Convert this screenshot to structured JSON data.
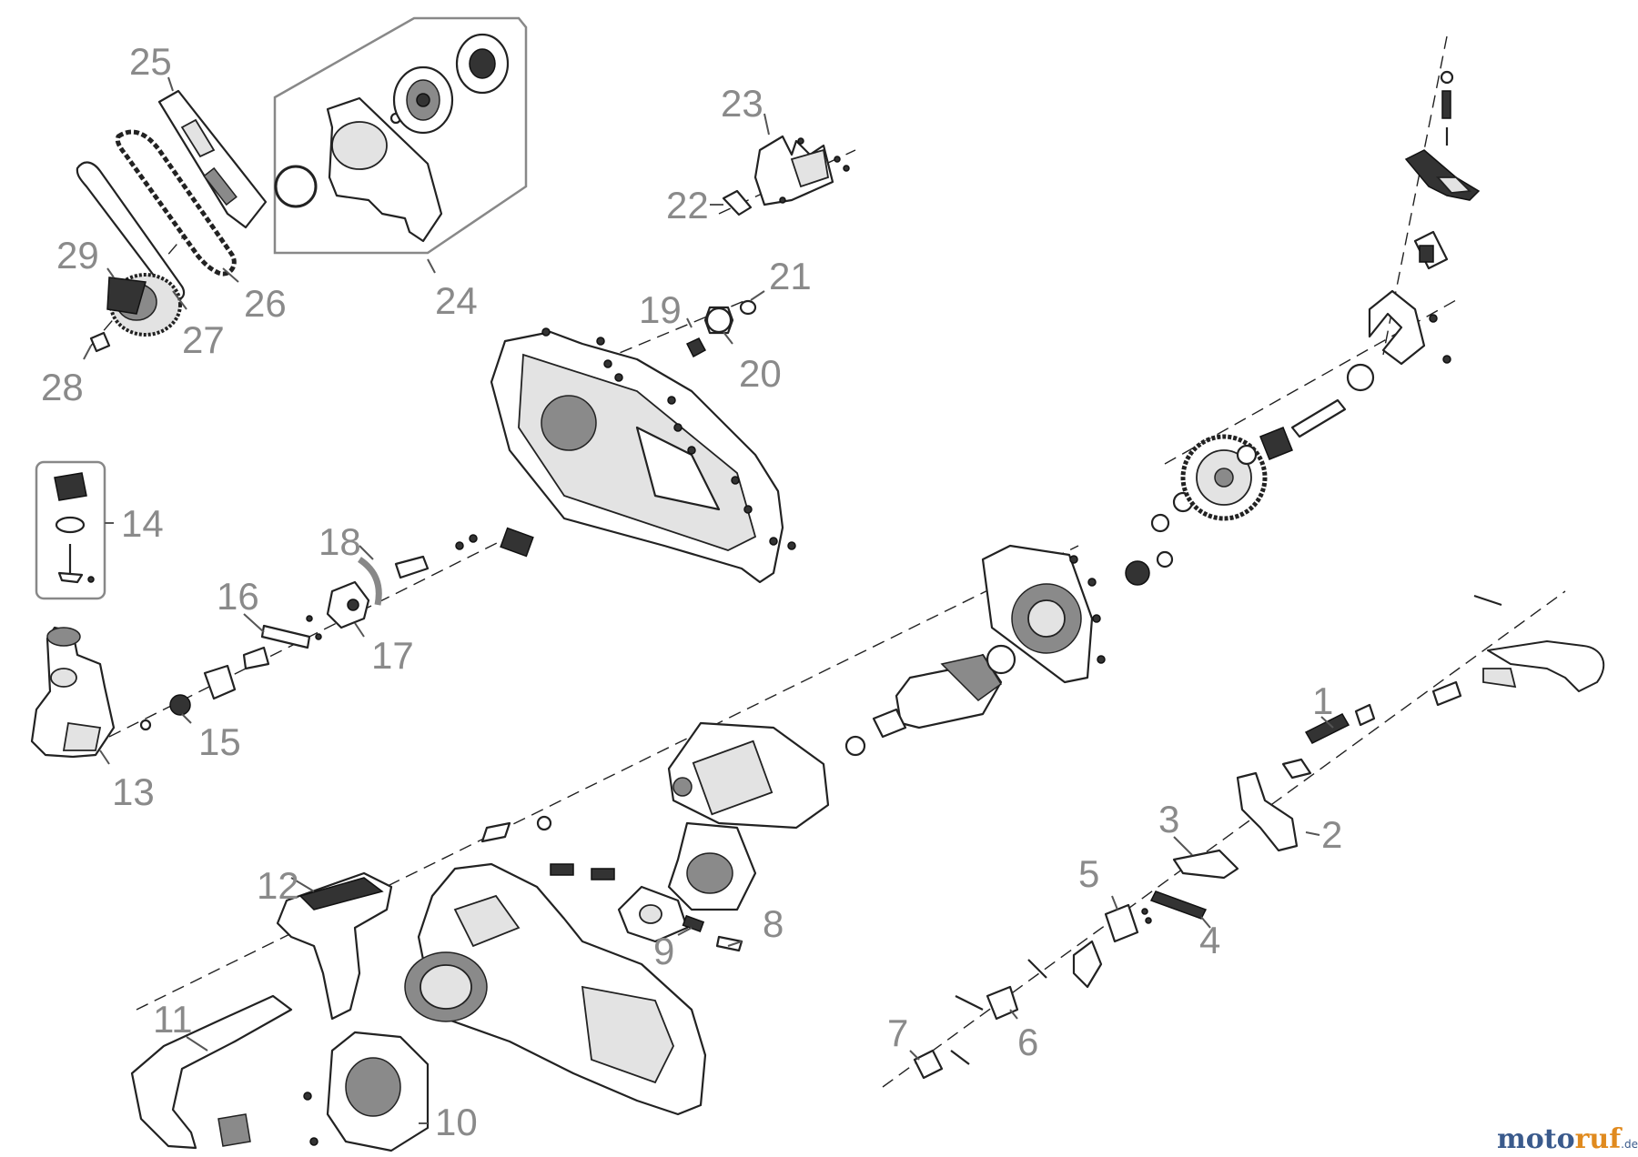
{
  "labels": [
    "1",
    "2",
    "3",
    "4",
    "5",
    "6",
    "7",
    "8",
    "9",
    "10",
    "11",
    "12",
    "13",
    "14",
    "15",
    "16",
    "17",
    "18",
    "19",
    "20",
    "21",
    "22",
    "23",
    "24",
    "25",
    "26",
    "27",
    "28",
    "29"
  ],
  "watermark": {
    "part1": "moto",
    "part2": "ruf",
    "suffix": ".de"
  },
  "colors": {
    "label": "#8a8a8a",
    "line": "#222222",
    "watermark_blue": "#3a5a8c",
    "watermark_orange": "#e08a1e"
  }
}
